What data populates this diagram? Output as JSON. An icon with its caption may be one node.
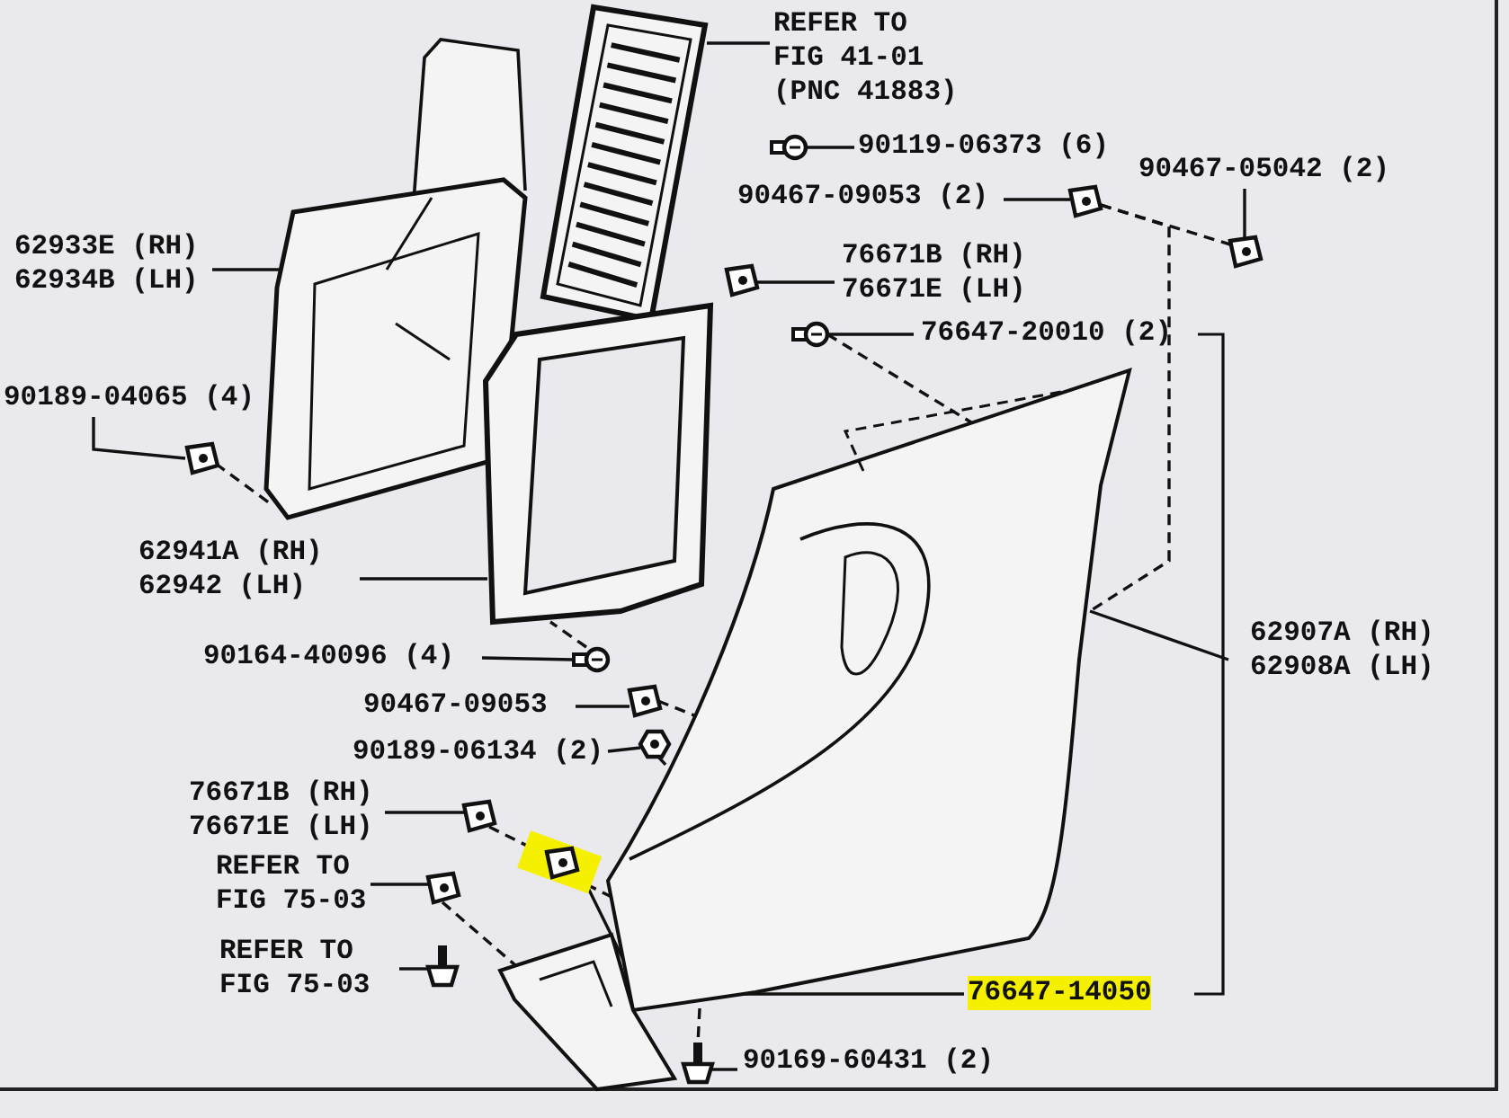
{
  "diagram": {
    "nodes": [
      {
        "text": [
          "REFER TO FIG 41-01 (PNC 41883)"
        ]
      },
      {
        "text": [
          "90119-06373 (6)"
        ]
      },
      {
        "text": [
          "90467-09053 (2)"
        ]
      },
      {
        "text": [
          "90467-05042 (2)"
        ]
      },
      {
        "text": [
          "62933E (RH) 62934B (LH)"
        ]
      },
      {
        "text": [
          "76671B (RH) 76671E (LH)"
        ]
      },
      {
        "text": [
          "76647-20010 (2)"
        ]
      },
      {
        "text": [
          "62941A (RH) 62942 (LH)"
        ]
      },
      {
        "text": [
          "90189-04065 (4)"
        ]
      },
      {
        "text": [
          "90164-40096 (4)"
        ]
      },
      {
        "text": [
          "90467-09053"
        ]
      },
      {
        "text": [
          "90189-06134 (2)"
        ]
      },
      {
        "text": [
          "76671B (RH) 76671E (LH)"
        ]
      },
      {
        "text": [
          "REFER TO FIG 75-03"
        ]
      },
      {
        "text": [
          "REFER TO FIG 75-03"
        ]
      },
      {
        "text": [
          "76647-14050"
        ]
      },
      {
        "text": [
          "90169-60431 (2)"
        ]
      },
      {
        "text": [
          "62907A (RH) 62908A (LH)"
        ]
      },
      {
        "text": [],
        "shape": "picture"
      },
      {
        "text": [],
        "shape": "screw"
      },
      {
        "text": [],
        "shape": "clip"
      },
      {
        "text": [],
        "shape": "clip"
      },
      {
        "text": [],
        "shape": "picture"
      },
      {
        "text": [],
        "shape": "clip"
      },
      {
        "text": [],
        "shape": "screw"
      },
      {
        "text": [],
        "shape": "picture"
      },
      {
        "text": [],
        "shape": "clip"
      },
      {
        "text": [],
        "shape": "screw"
      },
      {
        "text": [],
        "shape": "clip"
      },
      {
        "text": [],
        "shape": "nut"
      },
      {
        "text": [],
        "shape": "clip"
      },
      {
        "text": [],
        "shape": "clip"
      },
      {
        "text": [],
        "shape": "bolt"
      },
      {
        "text": [],
        "shape": "clip"
      },
      {
        "text": [],
        "shape": "bolt"
      },
      {
        "text": [],
        "shape": "picture"
      }
    ],
    "edges": [
      {
        "from": 0,
        "to": 18,
        "arrow": "none"
      },
      {
        "from": 1,
        "to": 19,
        "arrow": "none"
      },
      {
        "from": 2,
        "to": 20,
        "arrow": "none"
      },
      {
        "from": 3,
        "to": 21,
        "arrow": "none"
      },
      {
        "from": 4,
        "to": 22,
        "arrow": "none"
      },
      {
        "from": 5,
        "to": 23,
        "arrow": "none"
      },
      {
        "from": 6,
        "to": 24,
        "arrow": "none"
      },
      {
        "from": 7,
        "to": 25,
        "arrow": "none"
      },
      {
        "from": 8,
        "to": 26,
        "arrow": "none"
      },
      {
        "from": 9,
        "to": 27,
        "arrow": "none"
      },
      {
        "from": 10,
        "to": 28,
        "arrow": "none"
      },
      {
        "from": 11,
        "to": 29,
        "arrow": "none"
      },
      {
        "from": 12,
        "to": 30,
        "arrow": "none"
      },
      {
        "from": 13,
        "to": 31,
        "arrow": "none"
      },
      {
        "from": 14,
        "to": 32,
        "arrow": "none"
      },
      {
        "from": 15,
        "to": 33,
        "arrow": "none"
      },
      {
        "from": 16,
        "to": 34,
        "arrow": "none"
      },
      {
        "from": 17,
        "to": 35,
        "arrow": "none"
      },
      {
        "from": 20,
        "to": 21,
        "arrow": "none",
        "style": "dashed"
      },
      {
        "from": 20,
        "to": 35,
        "arrow": "none",
        "style": "dashed"
      },
      {
        "from": 24,
        "to": 35,
        "arrow": "none",
        "style": "dashed"
      },
      {
        "from": 26,
        "to": 22,
        "arrow": "none",
        "style": "dashed"
      },
      {
        "from": 27,
        "to": 25,
        "arrow": "none",
        "style": "dashed"
      },
      {
        "from": 28,
        "to": 35,
        "arrow": "none",
        "style": "dashed"
      },
      {
        "from": 29,
        "to": 35,
        "arrow": "none",
        "style": "dashed"
      },
      {
        "from": 35,
        "to": 34,
        "arrow": "none",
        "style": "dashed"
      },
      {
        "from": 30,
        "to": 33,
        "arrow": "none",
        "style": "dashed"
      },
      {
        "from": 33,
        "to": 35,
        "arrow": "none",
        "style": "dashed"
      },
      {
        "from": 31,
        "to": 35,
        "arrow": "none",
        "style": "dashed"
      }
    ]
  }
}
